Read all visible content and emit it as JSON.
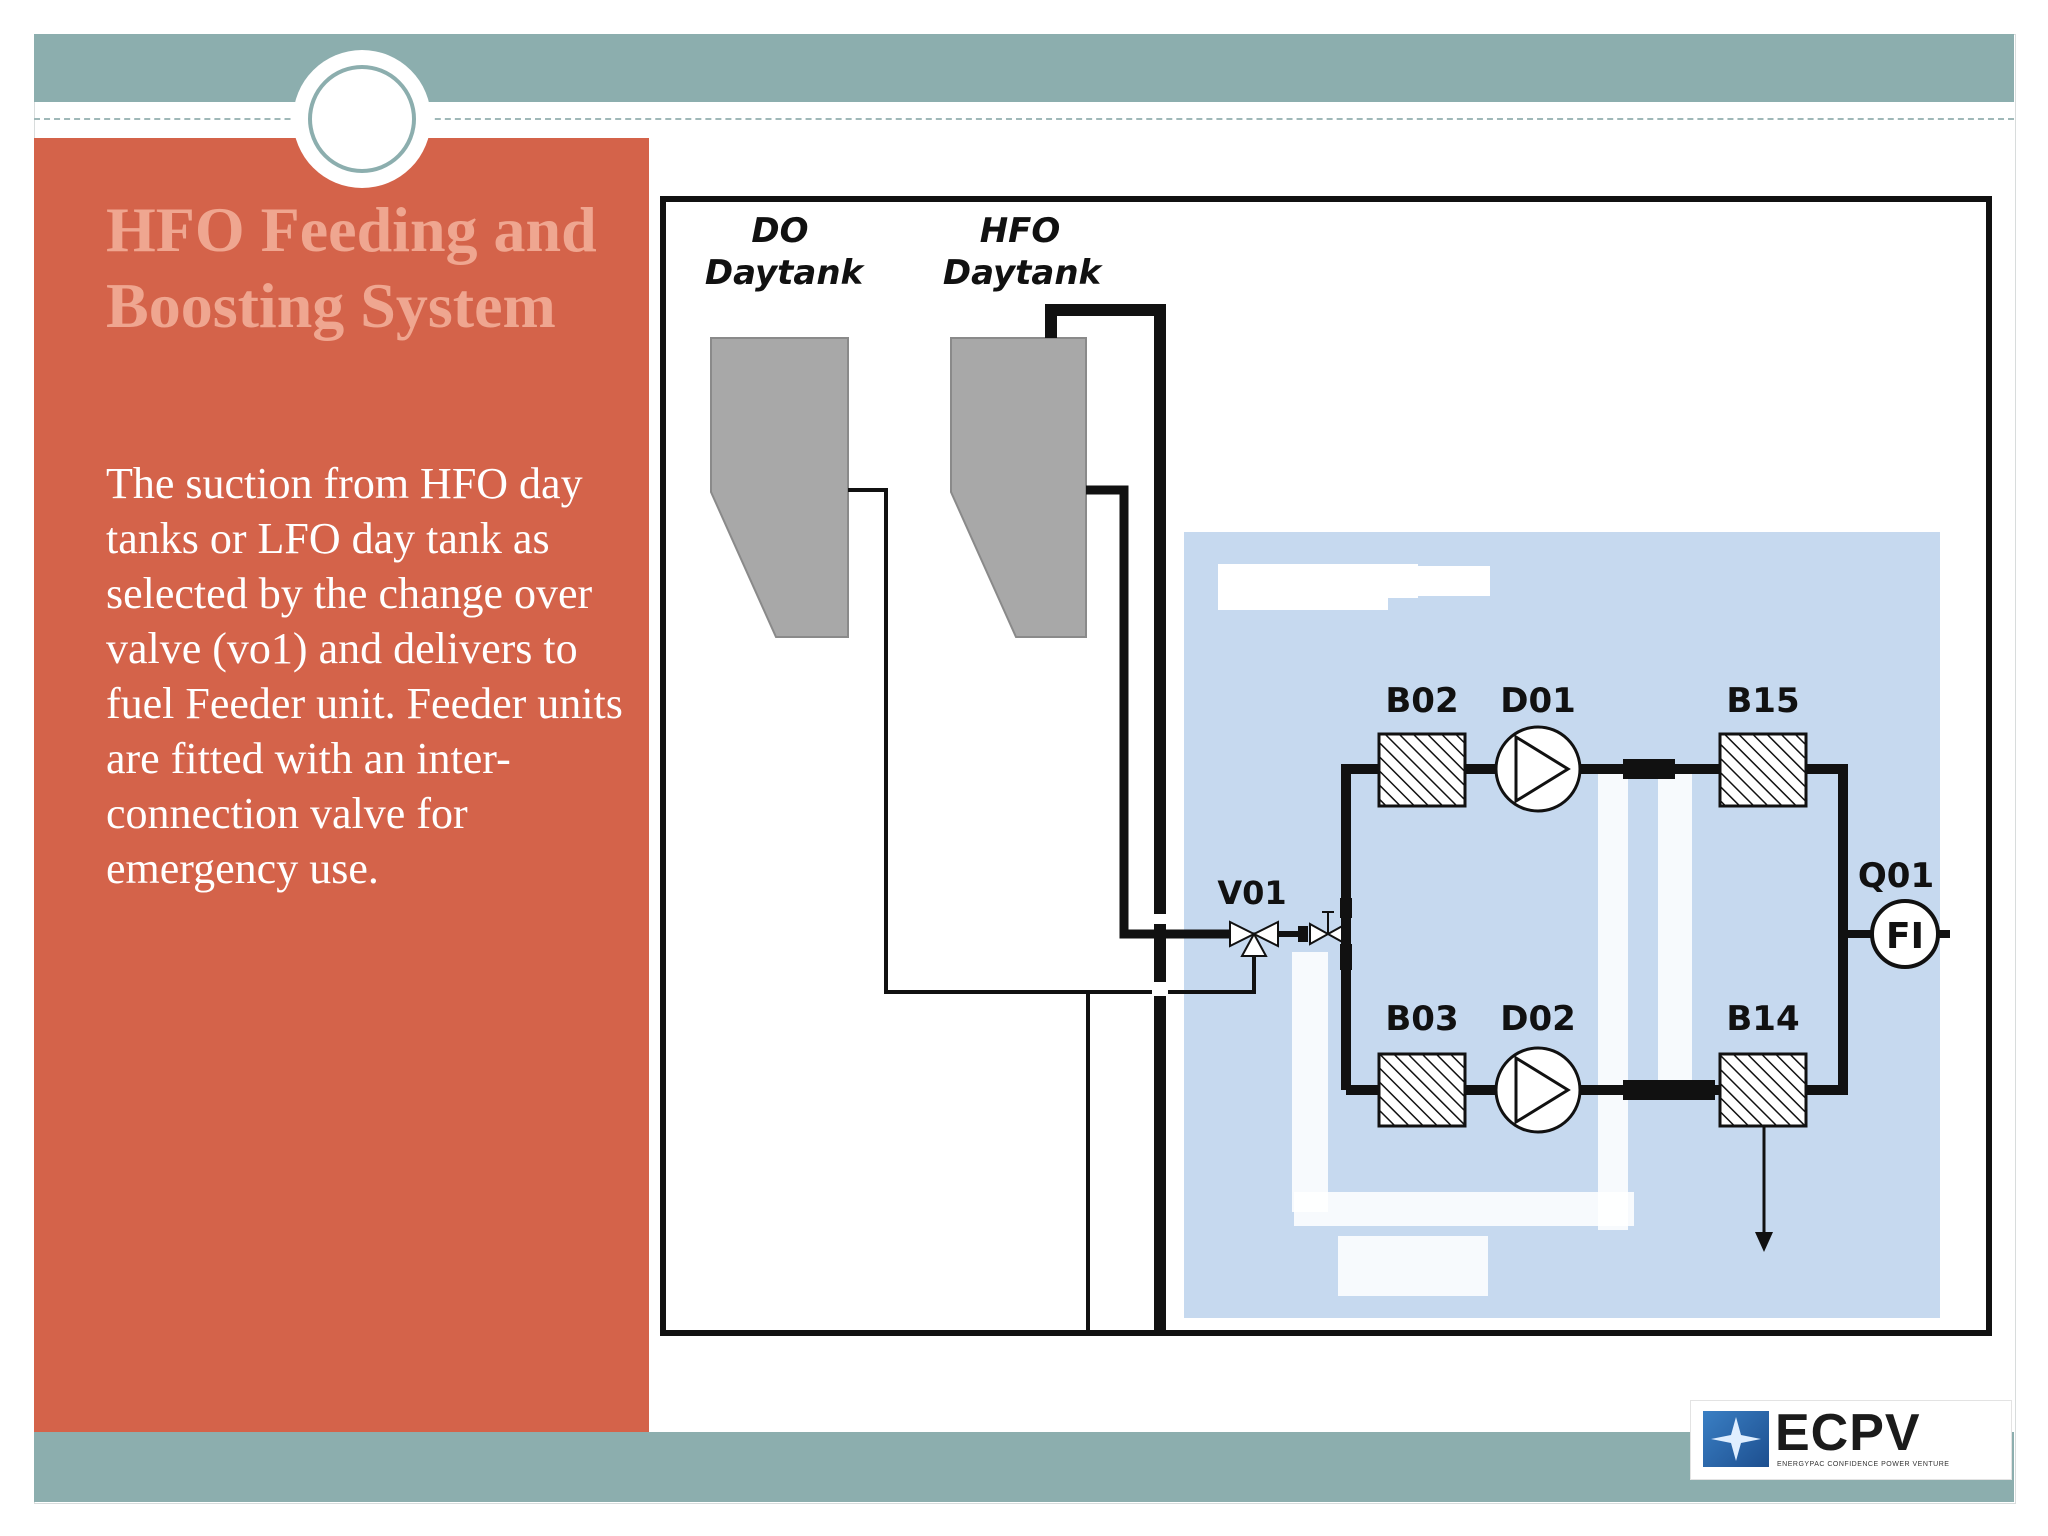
{
  "slide": {
    "title": "HFO Feeding and Boosting System",
    "body": "The suction from HFO day tanks or LFO day tank as selected by the change over valve (vo1) and delivers to fuel Feeder unit. Feeder units are fitted with an inter-connection valve for emergency use."
  },
  "diagram": {
    "tanks": {
      "do_line1": "DO",
      "do_line2": "Daytank",
      "hfo_line1": "HFO",
      "hfo_line2": "Daytank"
    },
    "components": {
      "b02": "B02",
      "d01": "D01",
      "b15": "B15",
      "b03": "B03",
      "d02": "D02",
      "b14": "B14",
      "v01": "V01",
      "q01": "Q01",
      "fi": "FI"
    }
  },
  "logo": {
    "text": "ECPV",
    "tagline": "ENERGYPAC CONFIDENCE POWER VENTURE"
  },
  "colors": {
    "accent_panel": "#d4634a",
    "band": "#8caeae",
    "title_text": "#efa690",
    "diagram_fill": "#c6d9ef",
    "tank_fill": "#a8a8a8"
  }
}
